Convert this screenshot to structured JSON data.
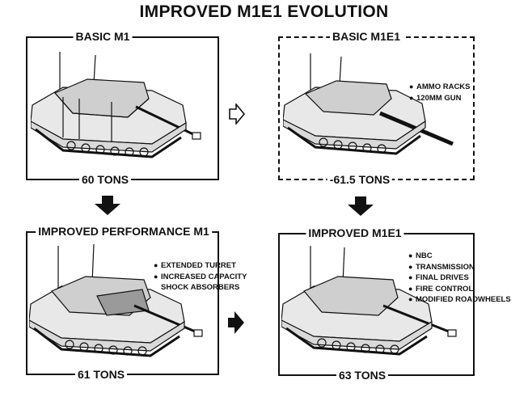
{
  "title": "IMPROVED M1E1 EVOLUTION",
  "panels": {
    "basic_m1": {
      "name": "BASIC M1",
      "weight": "60 TONS",
      "bullets": []
    },
    "basic_m1e1": {
      "name": "BASIC M1E1",
      "weight": "-61.5 TONS",
      "bullets": [
        "AMMO RACKS",
        "120MM GUN"
      ]
    },
    "improved_performance_m1": {
      "name": "IMPROVED PERFORMANCE M1",
      "weight": "61 TONS",
      "bullets": [
        "EXTENDED TURRET",
        "INCREASED CAPACITY",
        "SHOCK ABSORBERS"
      ]
    },
    "improved_m1e1": {
      "name": "IMPROVED M1E1",
      "weight": "63 TONS",
      "bullets": [
        "NBC",
        "TRANSMISSION",
        "FINAL DRIVES",
        "FIRE CONTROL",
        "MODIFIED ROADWHEELS"
      ]
    }
  },
  "icons": {
    "top_arrow": "outline-right-arrow-icon",
    "bottom_arrow": "solid-right-arrow-icon",
    "down_arrows": "solid-down-arrow-icon"
  }
}
